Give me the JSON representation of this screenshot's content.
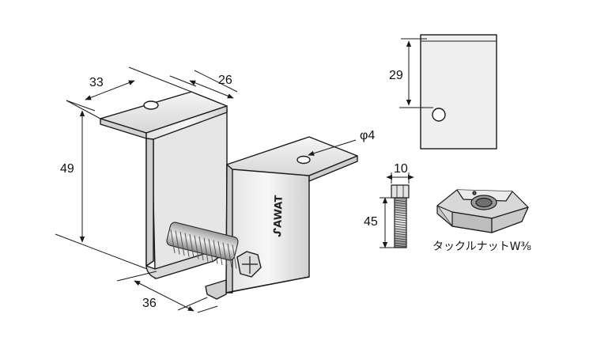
{
  "bracket": {
    "brand": "ᔑAWAT",
    "dimensions": {
      "top_depth": "33",
      "top_width": "26",
      "height": "49",
      "bottom_width": "36",
      "hole_diameter": "φ4"
    }
  },
  "side_view": {
    "hole_height": "29"
  },
  "bolt": {
    "head_width": "10",
    "length": "45"
  },
  "nut": {
    "caption": "タックルナットW⅜"
  },
  "colors": {
    "line": "#1a1a1a",
    "metal_light": "#f4f4f4",
    "metal_mid": "#dedede",
    "metal_dark": "#b9b9b9"
  }
}
